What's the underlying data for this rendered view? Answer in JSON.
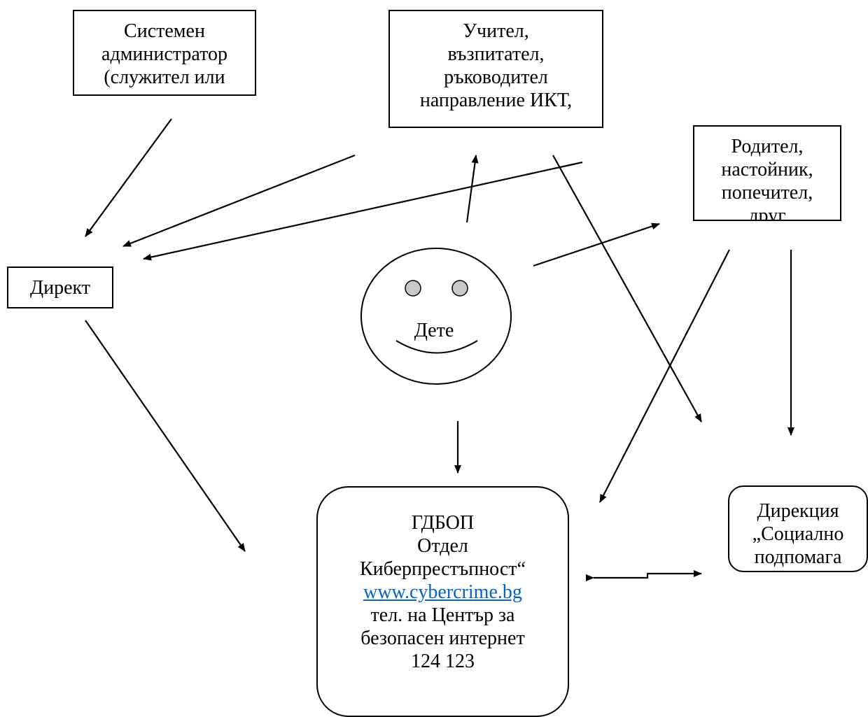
{
  "nodes": {
    "sysadmin": {
      "lines": [
        "Системен",
        "администратор",
        "(служител или"
      ]
    },
    "teacher": {
      "lines": [
        "Учител,",
        "възпитател,",
        "ръководител",
        "направление ИКТ,"
      ]
    },
    "parent": {
      "lines": [
        "Родител,",
        "настойник,",
        "попечител,",
        "друг"
      ]
    },
    "director": {
      "label": "Директ"
    },
    "child": {
      "label": "Дете"
    },
    "gdbop": {
      "line1": "ГДБОП",
      "line2": "Отдел",
      "line3": "Киберпрестъпност“",
      "link": "www.cybercrime.bg",
      "line5": "тел. на Център за",
      "line6": "безопасен интернет",
      "line7": "124 123"
    },
    "social": {
      "lines": [
        "Дирекция",
        "„Социално",
        "подпомага"
      ]
    }
  },
  "colors": {
    "link": "#0563c1",
    "face_eye": "#c8c8c8"
  }
}
